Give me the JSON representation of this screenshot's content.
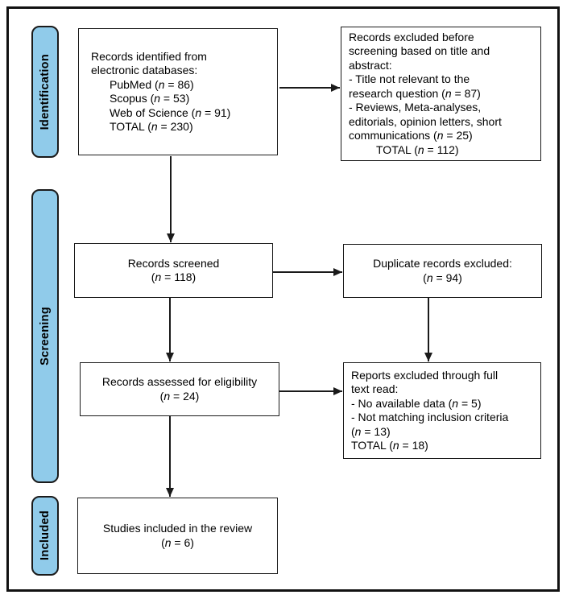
{
  "diagram": {
    "type": "prisma-flow-diagram",
    "colors": {
      "stage_fill": "#90CBEA",
      "line_color": "#1A1A1A",
      "box_fill": "#FFFFFF"
    },
    "stages": [
      {
        "id": "identification",
        "label": "Identification"
      },
      {
        "id": "screening",
        "label": "Screening"
      },
      {
        "id": "included",
        "label": "Included"
      }
    ],
    "boxes": {
      "identified": {
        "lines": [
          {
            "text": "Records identified from"
          },
          {
            "text": "electronic databases:"
          },
          {
            "text": "PubMed (n = 86)",
            "indent": true
          },
          {
            "text": "Scopus (n = 53)",
            "indent": true
          },
          {
            "text": "Web of Science (n = 91)",
            "indent": true
          },
          {
            "text": "TOTAL (n = 230)",
            "indent": true
          }
        ]
      },
      "excluded_screening": {
        "lines": [
          {
            "text": "Records excluded before"
          },
          {
            "text": "screening based on title and"
          },
          {
            "text": "abstract:"
          },
          {
            "text": "- Title not relevant to the"
          },
          {
            "text": "research question (n = 87)"
          },
          {
            "text": "- Reviews, Meta-analyses,"
          },
          {
            "text": "editorials, opinion letters, short"
          },
          {
            "text": "communications (n = 25)"
          },
          {
            "text": "TOTAL (n = 112)",
            "indent": true
          }
        ]
      },
      "screened": {
        "lines": [
          {
            "text": "Records screened"
          },
          {
            "text": "(n = 118)"
          }
        ]
      },
      "duplicates": {
        "lines": [
          {
            "text": "Duplicate records excluded:"
          },
          {
            "text": "(n = 94)"
          }
        ]
      },
      "eligibility": {
        "lines": [
          {
            "text": "Records assessed for eligibility"
          },
          {
            "text": "(n = 24)"
          }
        ]
      },
      "fulltext": {
        "lines": [
          {
            "text": "Reports excluded through full"
          },
          {
            "text": "text read:"
          },
          {
            "text": "- No available data (n = 5)"
          },
          {
            "text": "- Not matching inclusion criteria"
          },
          {
            "text": "(n = 13)"
          },
          {
            "text": "TOTAL (n = 18)"
          }
        ]
      },
      "included": {
        "lines": [
          {
            "text": "Studies included in the review"
          },
          {
            "text": "(n = 6)"
          }
        ]
      }
    },
    "edges": [
      {
        "from": "identified",
        "to": "excluded_screening"
      },
      {
        "from": "identified",
        "to": "screened"
      },
      {
        "from": "screened",
        "to": "duplicates"
      },
      {
        "from": "screened",
        "to": "eligibility"
      },
      {
        "from": "duplicates",
        "to": "fulltext"
      },
      {
        "from": "eligibility",
        "to": "fulltext"
      },
      {
        "from": "eligibility",
        "to": "included"
      }
    ]
  }
}
